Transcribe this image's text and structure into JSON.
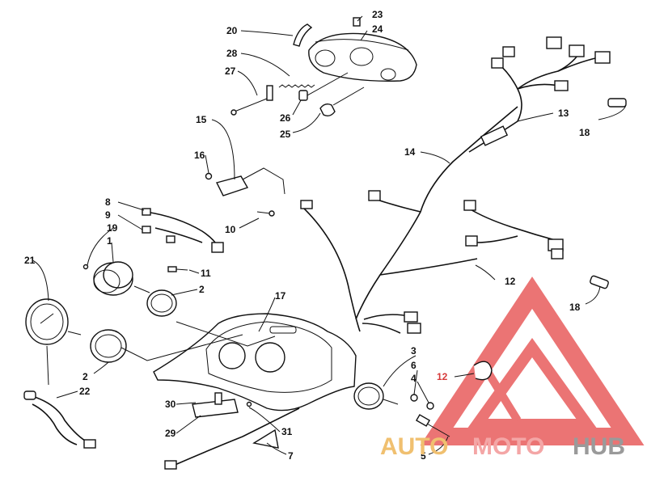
{
  "callouts": [
    {
      "id": "c1",
      "label": "1"
    },
    {
      "id": "c2a",
      "label": "2"
    },
    {
      "id": "c2b",
      "label": "2"
    },
    {
      "id": "c3",
      "label": "3"
    },
    {
      "id": "c4",
      "label": "4"
    },
    {
      "id": "c5",
      "label": "5"
    },
    {
      "id": "c6",
      "label": "6"
    },
    {
      "id": "c7",
      "label": "7"
    },
    {
      "id": "c8",
      "label": "8"
    },
    {
      "id": "c9",
      "label": "9"
    },
    {
      "id": "c10",
      "label": "10"
    },
    {
      "id": "c11",
      "label": "11"
    },
    {
      "id": "c12a",
      "label": "12"
    },
    {
      "id": "c12b",
      "label": "12"
    },
    {
      "id": "c13",
      "label": "13"
    },
    {
      "id": "c14",
      "label": "14"
    },
    {
      "id": "c15",
      "label": "15"
    },
    {
      "id": "c16",
      "label": "16"
    },
    {
      "id": "c17",
      "label": "17"
    },
    {
      "id": "c18a",
      "label": "18"
    },
    {
      "id": "c18b",
      "label": "18"
    },
    {
      "id": "c19",
      "label": "19"
    },
    {
      "id": "c20",
      "label": "20"
    },
    {
      "id": "c21",
      "label": "21"
    },
    {
      "id": "c22",
      "label": "22"
    },
    {
      "id": "c23",
      "label": "23"
    },
    {
      "id": "c24",
      "label": "24"
    },
    {
      "id": "c25",
      "label": "25"
    },
    {
      "id": "c26",
      "label": "26"
    },
    {
      "id": "c27",
      "label": "27"
    },
    {
      "id": "c28",
      "label": "28"
    },
    {
      "id": "c29",
      "label": "29"
    },
    {
      "id": "c30",
      "label": "30"
    },
    {
      "id": "c31",
      "label": "31"
    }
  ],
  "watermark": {
    "part1": "AUTO",
    "part2": "MOTO",
    "part3": "HUB",
    "colors": {
      "auto": "#f0c070",
      "moto": "#f4a6a6",
      "hub": "#9a9a9a",
      "logo": "#e85c5c"
    }
  }
}
